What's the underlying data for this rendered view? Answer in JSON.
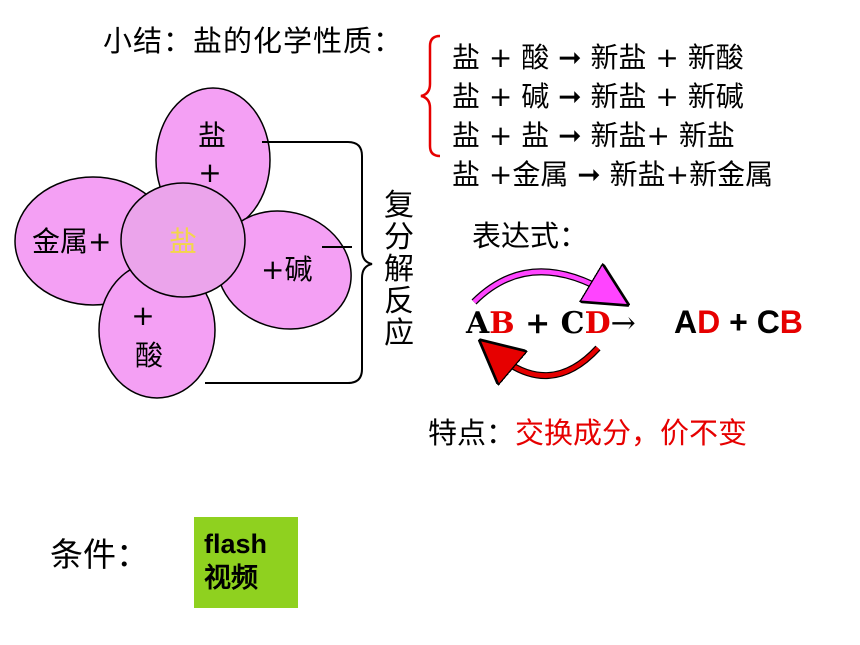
{
  "title": "小结：盐的化学性质：",
  "reactions": [
    "盐 + 酸  ➞ 新盐 + 新酸",
    "盐 + 碱 ➞ 新盐 + 新碱",
    "盐 + 盐 ➞ 新盐+ 新盐",
    "盐 +金属  ➞ 新盐+新金属"
  ],
  "flower": {
    "top_line1": "盐",
    "top_line2": "+",
    "left": "金属+",
    "center": "盐",
    "right": "+碱",
    "bottom_line1": "+",
    "bottom_line2": "酸",
    "petal_color": "#f4a0f4",
    "center_color": "#e8a0e8"
  },
  "reaction_type": [
    "复",
    "分",
    "解",
    "反",
    "应"
  ],
  "expression": {
    "label": "表达式：",
    "A": "A",
    "B": "B",
    "plus": " + ",
    "C": "C",
    "D": "D",
    "arrow": "→",
    "right_A": "A",
    "right_D": "D",
    "right_plus": " + ",
    "right_C": "C",
    "right_B": "B"
  },
  "characteristic": {
    "label": "特点：",
    "value": "交换成分，价不变"
  },
  "condition": {
    "label": "条件："
  },
  "flash_button": {
    "line1": "flash",
    "line2": "视频",
    "color": "#8fd11f"
  },
  "accent_red": "#e60000"
}
